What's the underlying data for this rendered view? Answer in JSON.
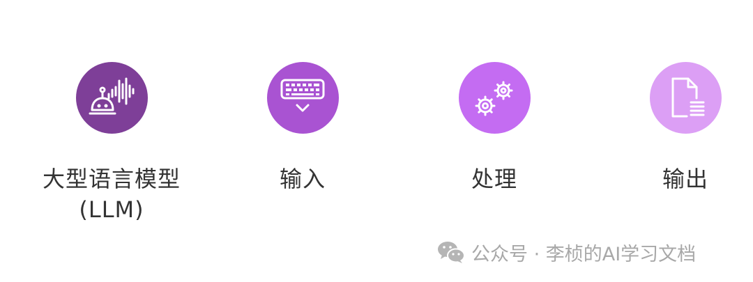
{
  "steps": [
    {
      "label_line1": "大型语言模型",
      "label_line2": "(LLM)",
      "icon": "robot-soundwave-icon",
      "color": "#7e3f98"
    },
    {
      "label_line1": "输入",
      "icon": "keyboard-icon",
      "color": "#a953d2"
    },
    {
      "label_line1": "处理",
      "icon": "gears-icon",
      "color": "#c46cf2"
    },
    {
      "label_line1": "输出",
      "icon": "document-icon",
      "color": "#dc9ff5"
    }
  ],
  "watermark": {
    "icon": "wechat-icon",
    "text": "公众号 · 李桢的AI学习文档"
  }
}
